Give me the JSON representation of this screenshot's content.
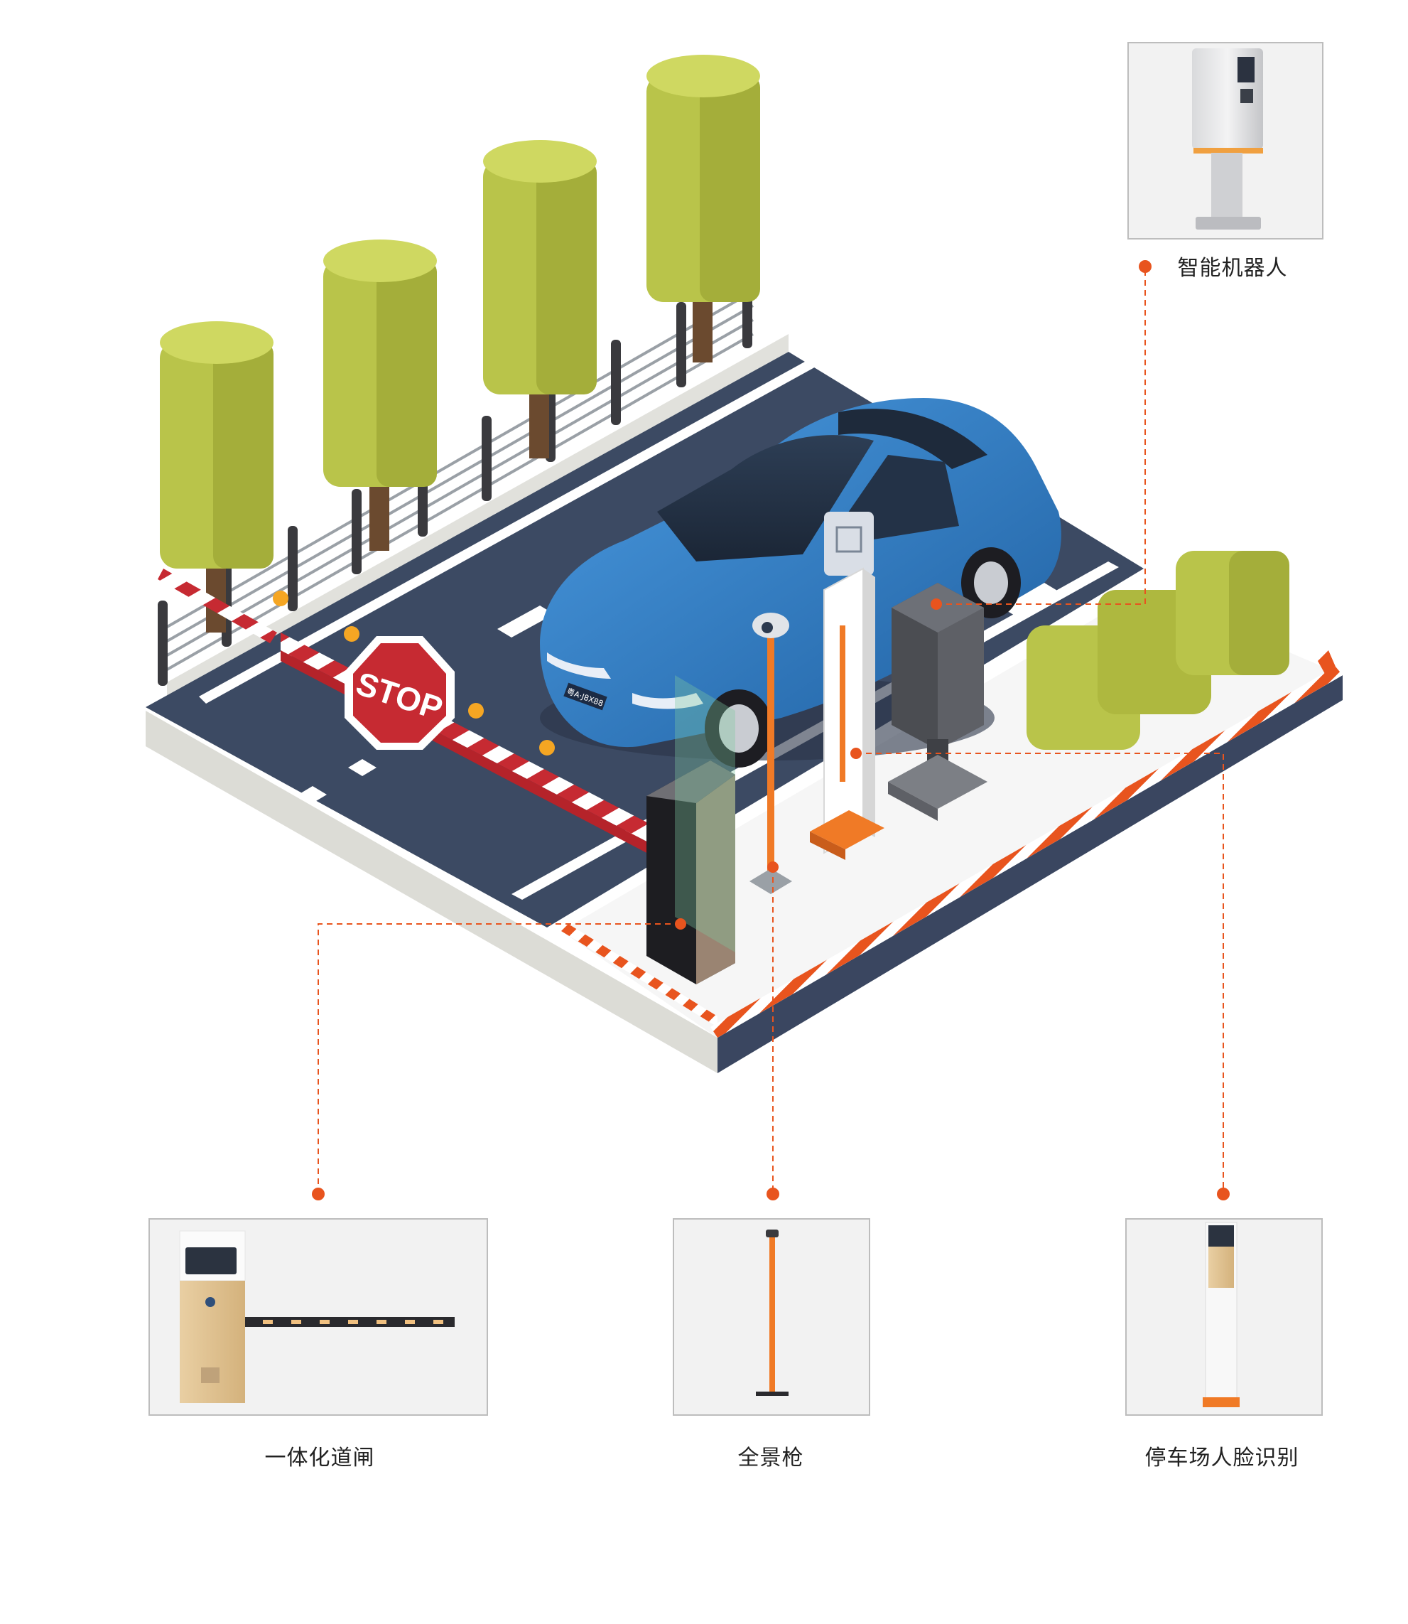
{
  "scene": {
    "stop_sign": "STOP",
    "plate": "粤A·J8X88"
  },
  "devices": [
    {
      "id": "robot",
      "label": "智能机器人",
      "icon": "robot-kiosk-icon"
    },
    {
      "id": "barrier",
      "label": "一体化道闸",
      "icon": "barrier-gate-icon"
    },
    {
      "id": "camera",
      "label": "全景枪",
      "icon": "panoramic-camera-icon"
    },
    {
      "id": "face",
      "label": "停车场人脸识别",
      "icon": "face-recognition-terminal-icon"
    }
  ],
  "colors": {
    "accent": "#e8541e",
    "asphalt": "#3c4a63",
    "car": "#2f7fc4",
    "tree": "#b9c44a",
    "stop": "#c62a32"
  }
}
